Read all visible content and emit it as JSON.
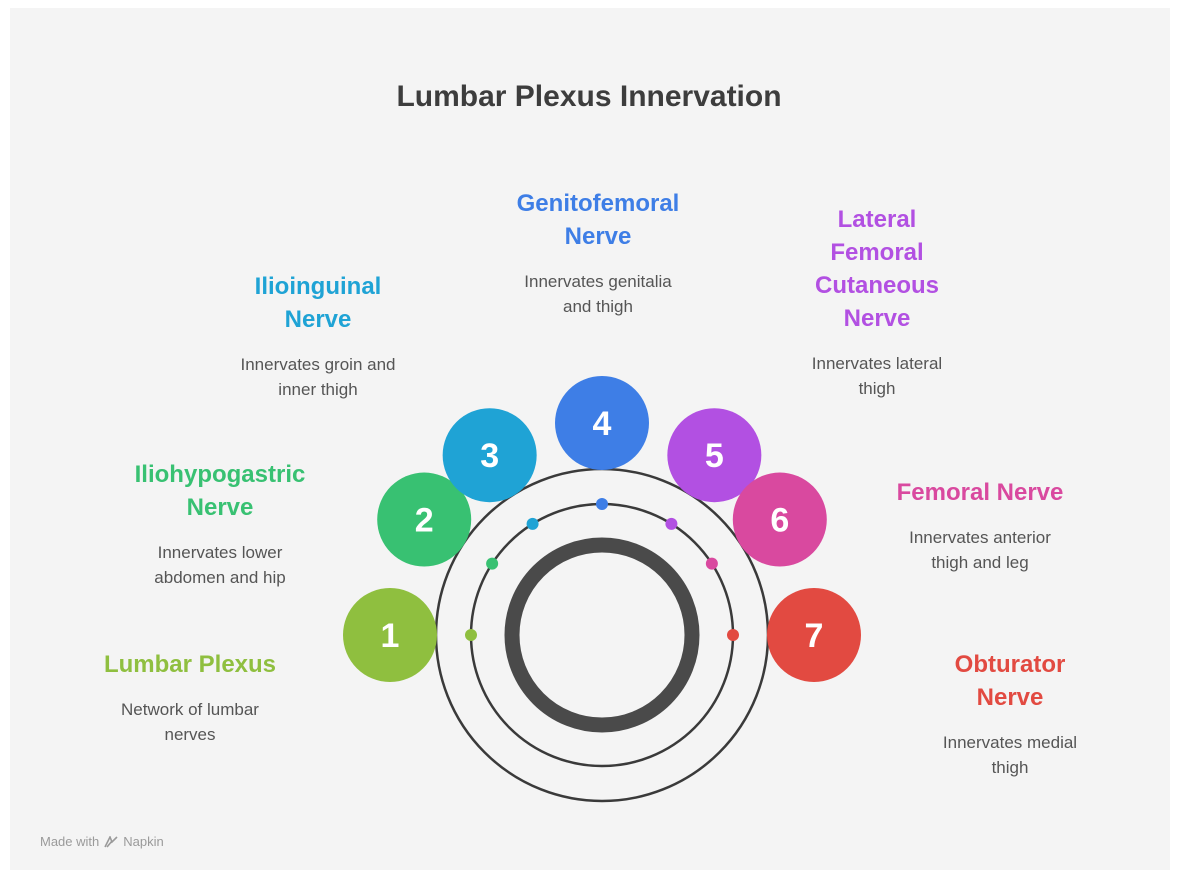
{
  "title": "Lumbar Plexus Innervation",
  "items": [
    {
      "number": "1",
      "heading": "Lumbar Plexus",
      "desc_lines": [
        "Network of lumbar",
        "nerves"
      ],
      "color": "#8fbf3f"
    },
    {
      "number": "2",
      "heading_lines": [
        "Iliohypogastric",
        "Nerve"
      ],
      "desc_lines": [
        "Innervates lower",
        "abdomen and hip"
      ],
      "color": "#38c172"
    },
    {
      "number": "3",
      "heading_lines": [
        "Ilioinguinal",
        "Nerve"
      ],
      "desc_lines": [
        "Innervates groin and",
        "inner thigh"
      ],
      "color": "#1fa3d5"
    },
    {
      "number": "4",
      "heading_lines": [
        "Genitofemoral",
        "Nerve"
      ],
      "desc_lines": [
        "Innervates genitalia",
        "and thigh"
      ],
      "color": "#3e7ee6"
    },
    {
      "number": "5",
      "heading_lines": [
        "Lateral",
        "Femoral",
        "Cutaneous",
        "Nerve"
      ],
      "desc_lines": [
        "Innervates lateral",
        "thigh"
      ],
      "color": "#b250e2"
    },
    {
      "number": "6",
      "heading": "Femoral Nerve",
      "desc_lines": [
        "Innervates anterior",
        "thigh and leg"
      ],
      "color": "#d9499f"
    },
    {
      "number": "7",
      "heading_lines": [
        "Obturator",
        "Nerve"
      ],
      "desc_lines": [
        "Innervates medial",
        "thigh"
      ],
      "color": "#e24a41"
    }
  ],
  "colors": {
    "ring": "#4a4a4a",
    "line": "#3a3a3a",
    "title": "#3d3d3d",
    "text": "#555555"
  },
  "footer": {
    "made_with": "Made with",
    "brand": "Napkin",
    "icon": "napkin-logo-icon"
  }
}
